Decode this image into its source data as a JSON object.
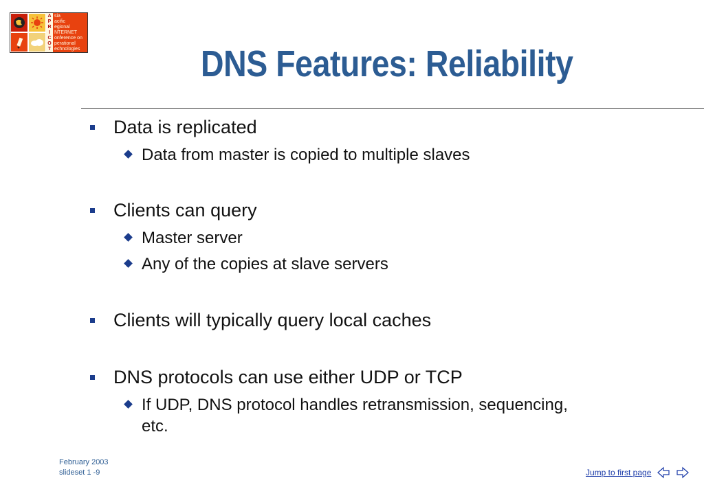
{
  "logo": {
    "letters": [
      "A",
      "P",
      "R",
      "I",
      "C",
      "O",
      "T"
    ],
    "words": [
      "sia",
      "acific",
      "egional",
      "NTERNET",
      "onference on",
      "perational",
      "echnologies"
    ]
  },
  "title": "DNS Features: Reliability",
  "bullets": [
    {
      "text": "Data is replicated",
      "sub": [
        "Data from master is copied to multiple slaves"
      ]
    },
    {
      "text": "Clients can query",
      "sub": [
        "Master server",
        "Any of the copies at slave servers"
      ]
    },
    {
      "text": "Clients will typically query local caches",
      "sub": []
    },
    {
      "text": "DNS protocols can use either UDP or TCP",
      "sub": [
        "If UDP, DNS protocol handles retransmission, sequencing,",
        "etc."
      ]
    }
  ],
  "footer": {
    "date": "February 2003",
    "slide": "slideset 1 -9",
    "jump_link": "Jump to first page"
  },
  "icons": {
    "prev": "left-arrow-icon",
    "next": "right-arrow-icon"
  },
  "colors": {
    "title": "#2c5c93",
    "bullet": "#1b3c8c"
  }
}
